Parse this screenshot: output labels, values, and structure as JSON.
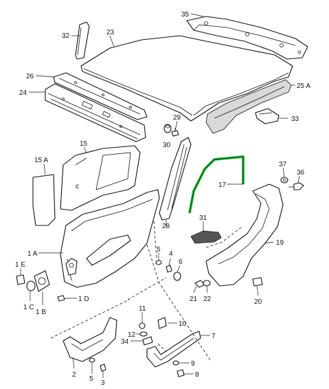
{
  "diagram": {
    "highlight_color": "#2ecc40",
    "line_color": "#111111",
    "labels": {
      "p35": "35",
      "p32": "32",
      "p23": "23",
      "p26": "26",
      "p24": "24",
      "p25a": "25 A",
      "p29": "29",
      "p30": "30",
      "p33": "33",
      "p15": "15",
      "p15a": "15 A",
      "p17": "17",
      "p37": "37",
      "p36": "36",
      "p28": "28",
      "p31": "31",
      "p19": "19",
      "p1a": "1 A",
      "p1e": "1 E",
      "p1c": "1 C",
      "p1b": "1 B",
      "p1d": "1 D",
      "p5a": "5",
      "p4": "4",
      "p6": "6",
      "p21": "21",
      "p22": "22",
      "p20": "20",
      "p11": "11",
      "p10": "10",
      "p12": "12",
      "p34": "34",
      "p7": "7",
      "p9": "9",
      "p8": "8",
      "p2": "2",
      "p5b": "5",
      "p3": "3"
    }
  }
}
